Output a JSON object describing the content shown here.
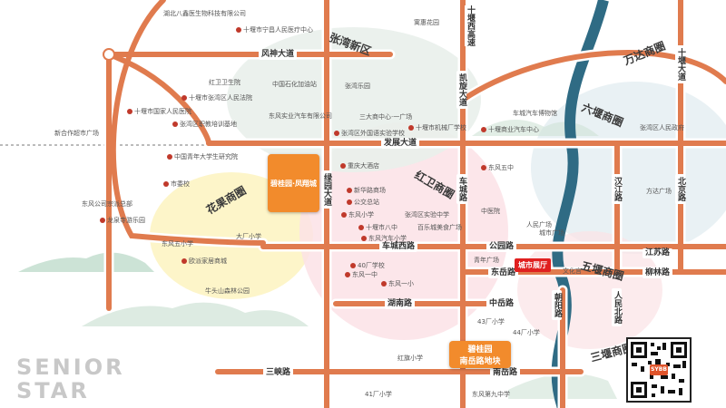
{
  "districts": {
    "zhangwan": "张湾新区",
    "wanda": "万达商圈",
    "liuyan": "六堰商圈",
    "hongwei": "红卫商圈",
    "huaguo": "花果商圈",
    "wuyan": "五堰商圈",
    "sanyan": "三堰商圈"
  },
  "roads": {
    "fengshen": "风神大道",
    "kaixuan": "凯旋大道",
    "fazhan": "发展大道",
    "chechengxi": "车城西路",
    "chechengbei": "车城路",
    "gongyuan": "公园路",
    "jiangsu": "江苏路",
    "dongyue": "东岳路",
    "liulin": "柳林路",
    "hunan": "湖南路",
    "zhongyue": "中岳路",
    "nanyue": "南岳路",
    "sanxia": "三峡路",
    "chaoyang": "朝阳路",
    "renmin": "人民北路",
    "hanjiang": "汉江路",
    "beijing": "北京路",
    "shiyandadao": "十堰大道",
    "luyuan": "绿园大道",
    "highway": "十堰西高速"
  },
  "pois": [
    "湖北八鑫医生物科技有限公司",
    "十堰市宁昌人民医疗中心",
    "寓惠花园",
    "中国石化加油站",
    "红卫卫生院",
    "张湾乐园",
    "十堰市张湾区人民法院",
    "十堰市国家人民医院",
    "张湾区职教培训基地",
    "新合作超市广场",
    "东风实业汽车有限公司",
    "三大商中心·一广场",
    "张湾区外国语实验学校",
    "十堰市机械厂学校",
    "十堰商业汽车中心",
    "车城汽车博物馆",
    "张湾区人民政府",
    "中国青年大学生研究院",
    "市委校",
    "东风公司宗派总部",
    "龙泉寺游乐园",
    "重庆大酒店",
    "新华路商场",
    "公交总站",
    "东风五中",
    "人民广场",
    "东风小学",
    "张湾区实验中学",
    "十堰市八中",
    "东风一中",
    "东风汽车小学",
    "东风五小学",
    "欧派家居商城",
    "百乐城美食广场",
    "大厂小学",
    "40厂学校",
    "东风一小",
    "青年广场",
    "文化宫",
    "43厂小学",
    "44厂小学",
    "红旗小学",
    "41厂小学",
    "东风第九中学",
    "方达广场",
    "城市广场",
    "中医院",
    "牛头山森林公园"
  ],
  "projects": {
    "main_name": "碧桂园·凤翔城",
    "site_name": "碧桂园",
    "site_sub": "南岳路地块",
    "sales_office": "城市展厅"
  },
  "watermark": {
    "line1": "SENIOR",
    "line2": "STAR"
  },
  "qr_badge": "SYBB",
  "colors": {
    "road_main": "#e07b4e",
    "road_border": "#ffffff",
    "huaguo_zone": "#fdf5c9",
    "hongwei_zone": "#fbe2e6",
    "zhangwan_zone": "#e9efeb",
    "wanda_zone": "#e7f0f3",
    "river": "#2f6b84",
    "project": "#f28b2c",
    "badge": "#e02020"
  }
}
